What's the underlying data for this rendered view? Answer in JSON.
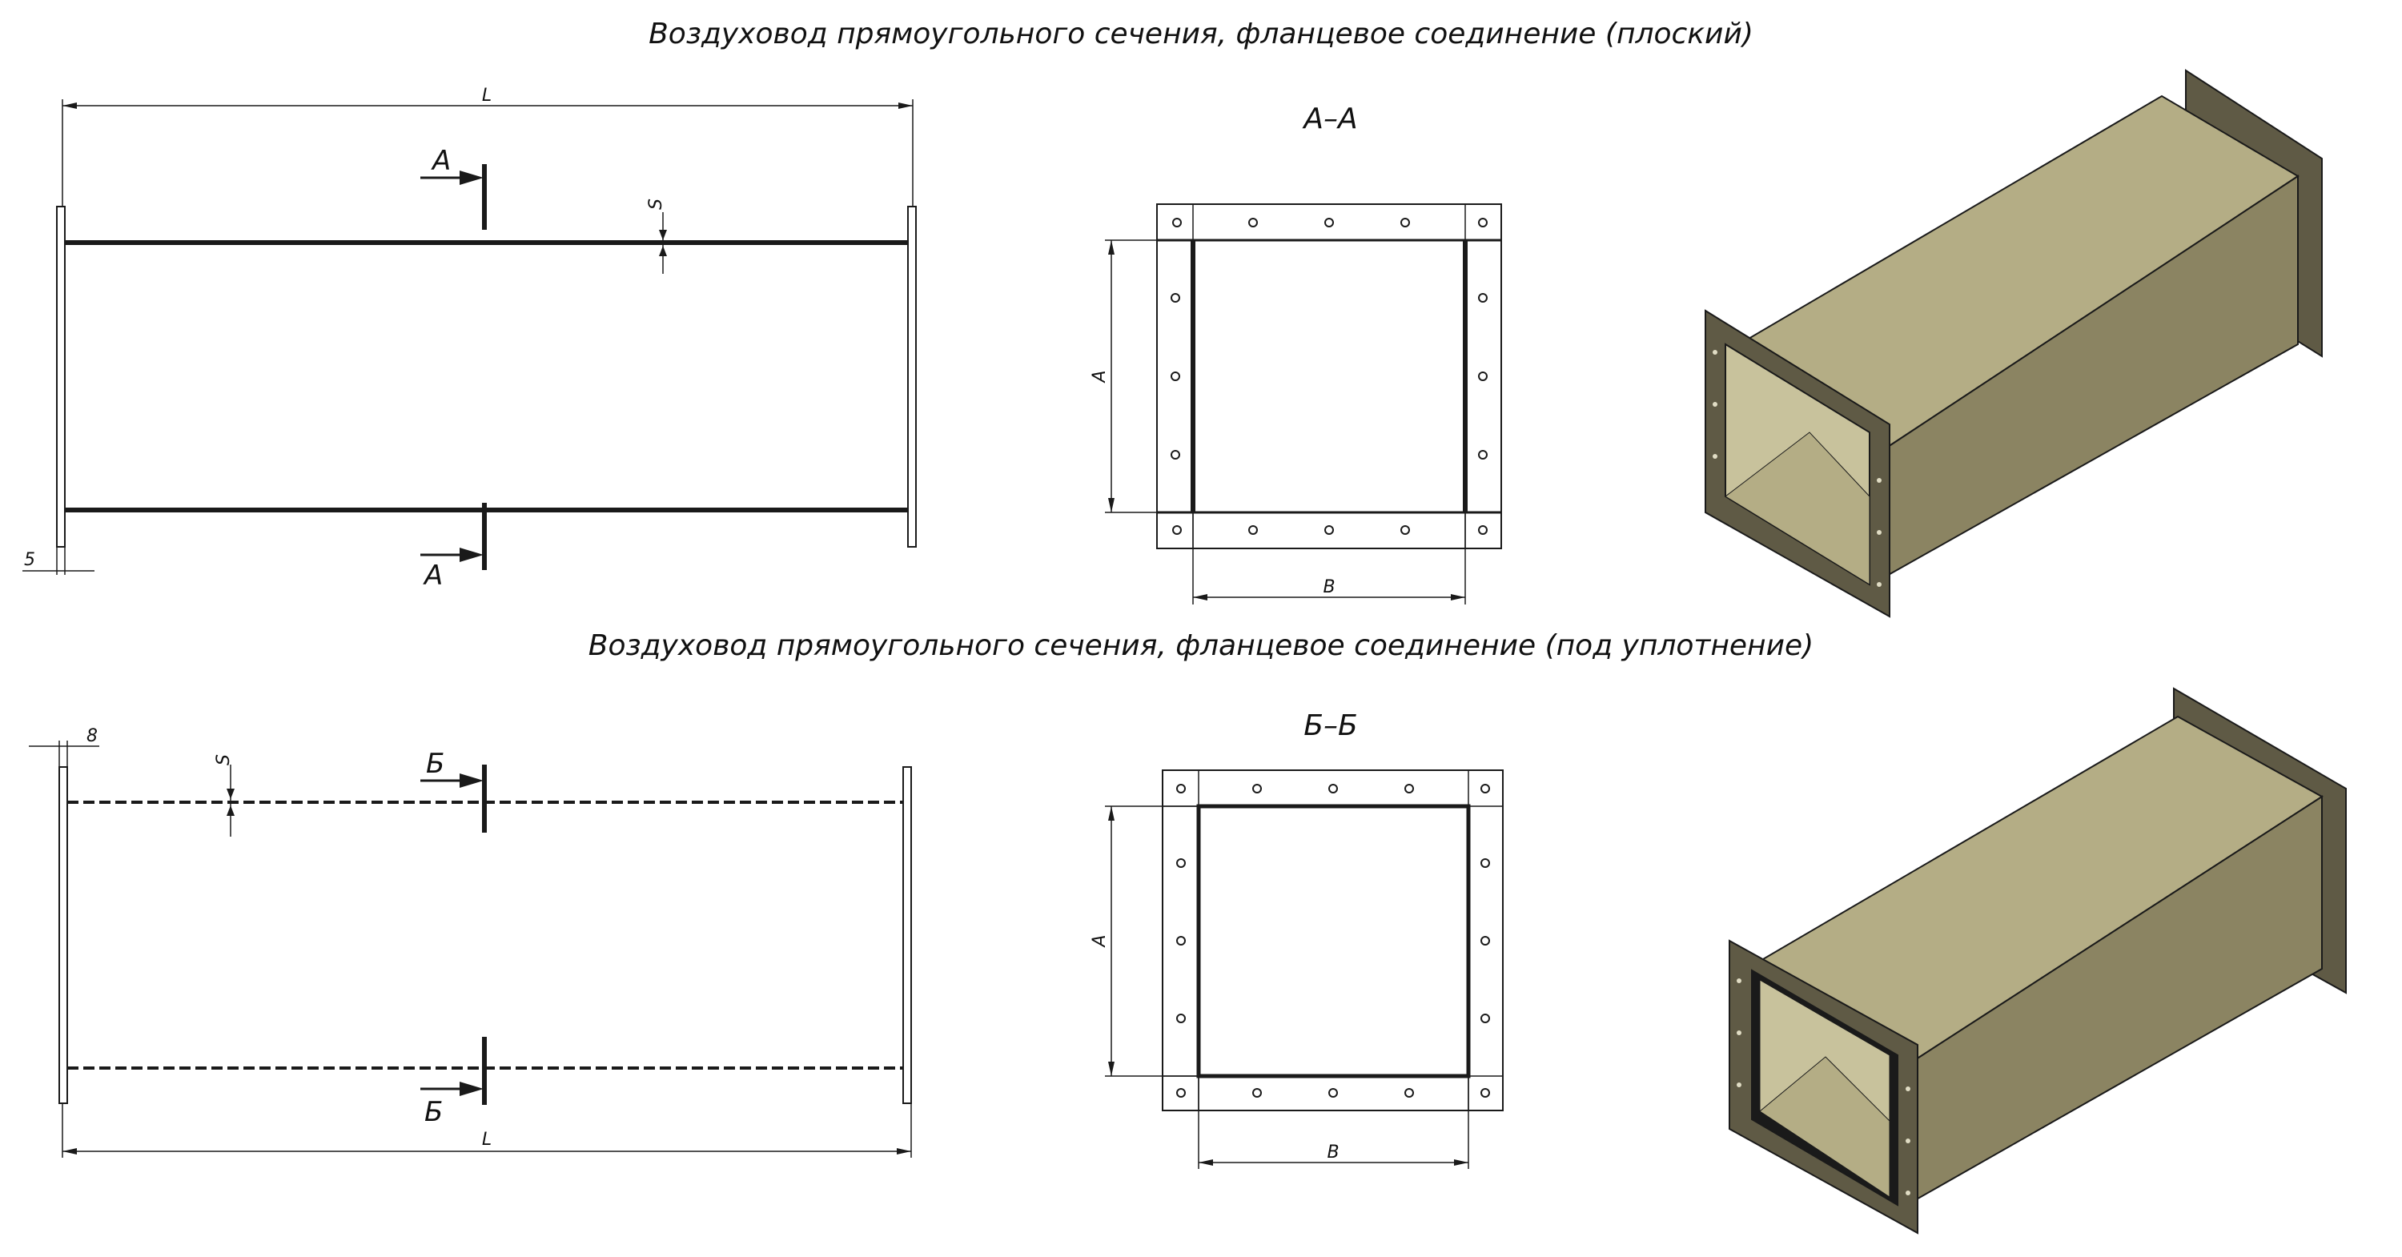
{
  "titles": {
    "flat": "Воздуховод прямоугольного сечения, фланцевое соединение (плоский)",
    "sealed": "Воздуховод прямоугольного сечения, фланцевое соединение (под уплотнение)"
  },
  "section_labels": {
    "top": "А–А",
    "bottom": "Б–Б"
  },
  "cut_markers": {
    "top": "А",
    "bottom": "Б"
  },
  "dimensions": {
    "length": "L",
    "thickness": "S",
    "height": "A",
    "width": "B",
    "flange_top": "5",
    "flange_bottom": "8"
  },
  "colors": {
    "duct_top_face": "#b4ad85",
    "duct_side_face": "#8b8462",
    "duct_inner": "#c8c29c",
    "flange_face": "#5f5a45",
    "line": "#1a1a1a"
  }
}
